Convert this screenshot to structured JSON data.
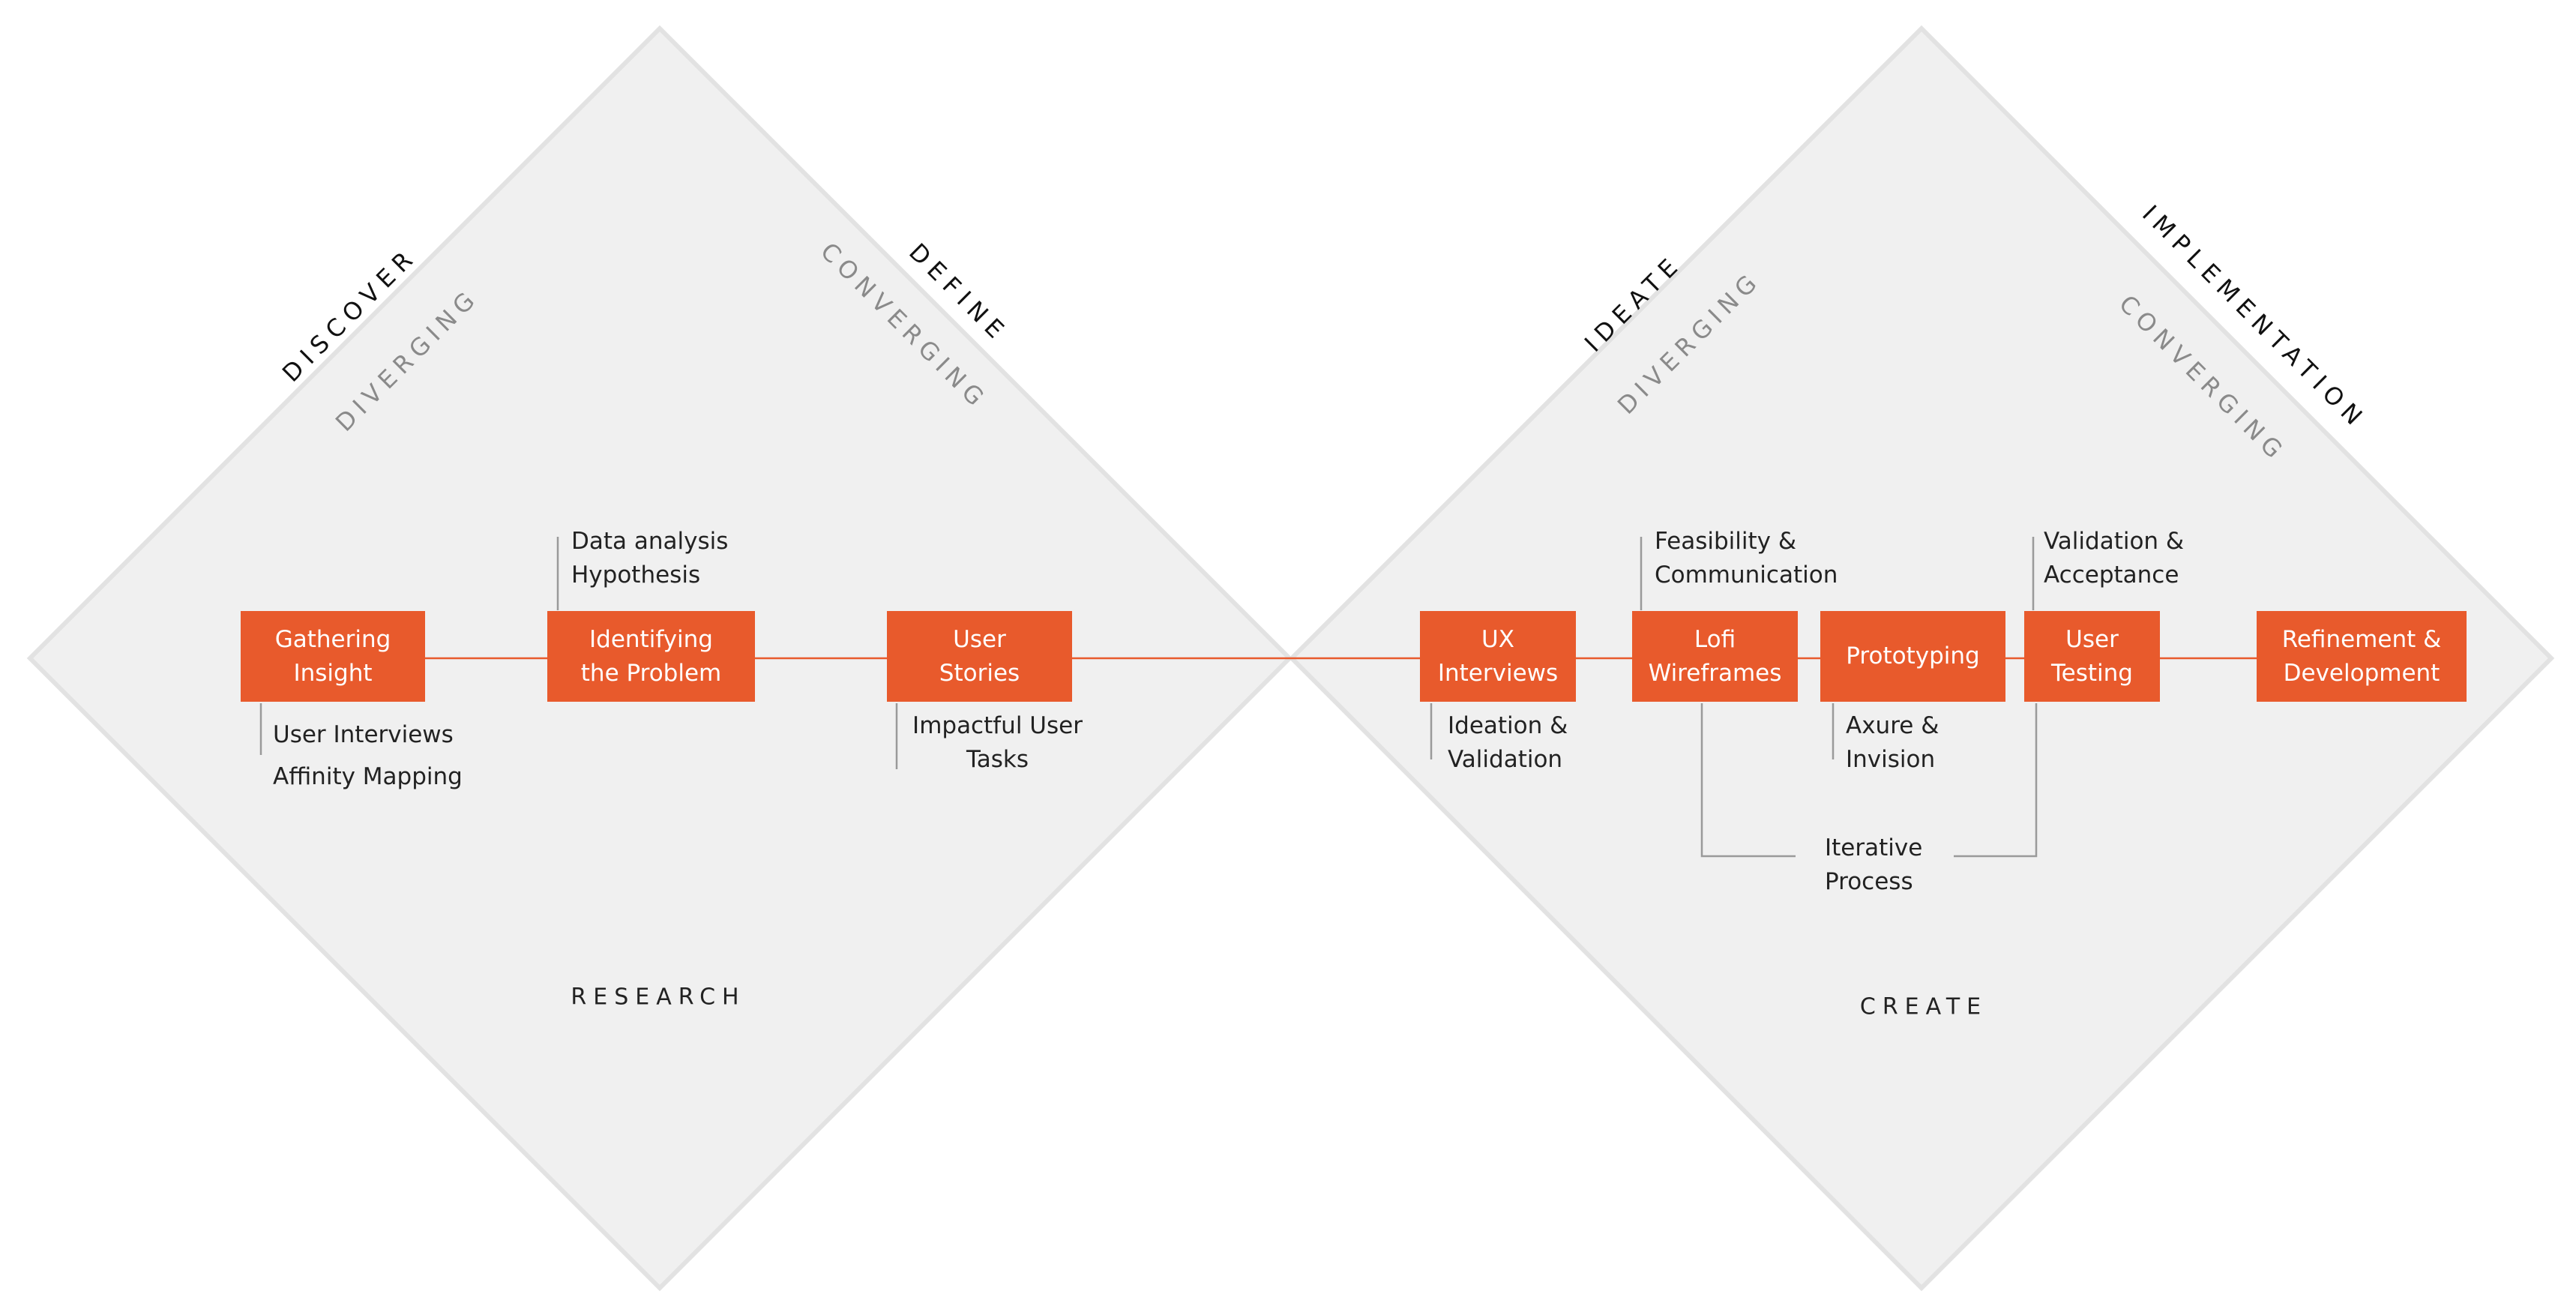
{
  "phases": {
    "discover": "DISCOVER",
    "define": "DEFINE",
    "ideate": "IDEATE",
    "implementation": "IMPLEMENTATION"
  },
  "modes": {
    "diverging_1": "DIVERGING",
    "converging_1": "CONVERGING",
    "diverging_2": "DIVERGING",
    "converging_2": "CONVERGING"
  },
  "sections": {
    "research": "RESEARCH",
    "create": "CREATE"
  },
  "steps": {
    "gathering_insight": "Gathering\nInsight",
    "identifying_problem": "Identifying\nthe Problem",
    "user_stories": "User\nStories",
    "ux_interviews": "UX\nInterviews",
    "lofi_wireframes": "Lofi\nWireframes",
    "prototyping": "Prototyping",
    "user_testing": "User\nTesting",
    "refinement": "Refinement &\nDevelopment"
  },
  "notes": {
    "user_interviews": "User Interviews",
    "affinity_mapping": "Affinity Mapping",
    "data_analysis": "Data analysis\nHypothesis",
    "impactful_tasks": "Impactful User\nTasks",
    "ideation_validation": "Ideation &\nValidation",
    "feasibility": "Feasibility &\nCommunication",
    "axure_invision": "Axure &\nInvision",
    "validation_acceptance": "Validation &\nAcceptance",
    "iterative_process": "Iterative\nProcess"
  },
  "colors": {
    "accent": "#e85a2c",
    "diamond_fill": "#f0f0f0",
    "diamond_stroke": "#e2e2e2",
    "connector": "#9a9a9a"
  }
}
